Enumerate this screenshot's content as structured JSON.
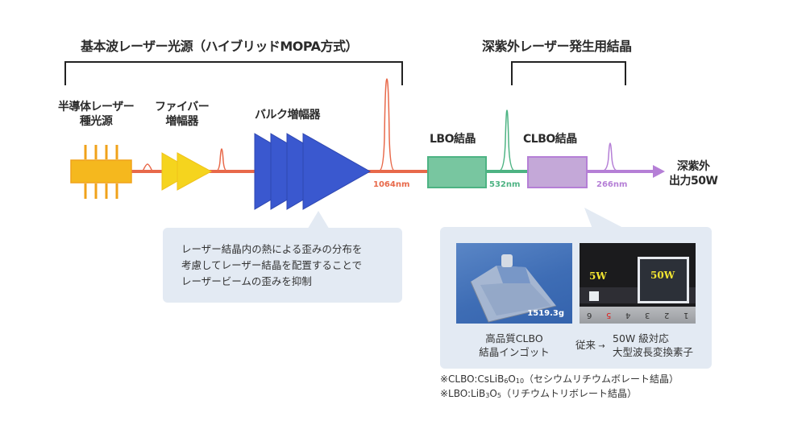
{
  "titles": {
    "fundamental": "基本波レーザー光源（ハイブリッドMOPA方式）",
    "deep_uv": "深紫外レーザー発生用結晶"
  },
  "components": {
    "seed": {
      "line1": "半導体レーザー",
      "line2": "種光源"
    },
    "fiber_amp": {
      "line1": "ファイバー",
      "line2": "増幅器"
    },
    "bulk_amp": {
      "label": "バルク増幅器"
    },
    "lbo": {
      "label": "LBO結晶"
    },
    "clbo": {
      "label": "CLBO結晶"
    },
    "output": {
      "line1": "深紫外",
      "line2": "出力50W"
    }
  },
  "wavelengths": {
    "ir": "1064nm",
    "green": "532nm",
    "uv": "266nm"
  },
  "colors": {
    "ir_beam": "#e8694a",
    "green_beam": "#4db383",
    "uv_beam": "#b57fd6",
    "seed": "#f5b81e",
    "seed_pins": "#f0a21a",
    "fiber_amp": "#f5d41e",
    "bulk_amp": "#3a58cf",
    "lbo": "#78c6a0",
    "clbo": "#c4a8d8",
    "bubble": "#e3eaf3"
  },
  "bubble_bulk": {
    "lines": [
      "レーザー結晶内の熱による歪みの分布を",
      "考慮してレーザー結晶を配置することで",
      "レーザービームの歪みを抑制"
    ]
  },
  "bubble_clbo": {
    "photo1": {
      "weight": "1519.3g",
      "caption_line1": "高品質CLBO",
      "caption_line2": "結晶インゴット"
    },
    "photo2": {
      "small_label": "5W",
      "large_label": "50W",
      "ruler_digits": [
        "6",
        "5",
        "4",
        "3",
        "2",
        "1"
      ],
      "caption_prefix": "従来",
      "caption_line1": "50W 級対応",
      "caption_line2": "大型波長変換素子"
    }
  },
  "notes": {
    "clbo": {
      "prefix": "※CLBO:CsLiB",
      "sub1": "6",
      "mid": "O",
      "sub2": "10",
      "suffix": "（セシウムリチウムボレート結晶）"
    },
    "lbo": {
      "prefix": "※LBO:LiB",
      "sub1": "3",
      "mid": "O",
      "sub2": "5",
      "suffix": "（リチウムトリボレート結晶）"
    }
  }
}
